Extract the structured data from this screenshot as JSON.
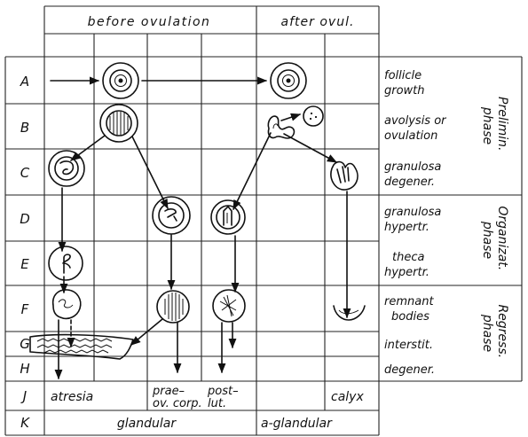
{
  "header": {
    "before": "before ovulation",
    "after": "after ovul."
  },
  "rows": [
    {
      "letter": "A",
      "desc": [
        "follicle",
        "growth"
      ]
    },
    {
      "letter": "B",
      "desc": [
        "avolysis or",
        "ovulation"
      ]
    },
    {
      "letter": "C",
      "desc": [
        "granulosa",
        "degener."
      ]
    },
    {
      "letter": "D",
      "desc": [
        "granulosa",
        "hypertr."
      ]
    },
    {
      "letter": "E",
      "desc": [
        "theca",
        "hypertr."
      ]
    },
    {
      "letter": "F",
      "desc": [
        "remnant",
        "bodies"
      ]
    },
    {
      "letter": "G",
      "desc": [
        "interstit."
      ]
    },
    {
      "letter": "H",
      "desc": [
        "degener."
      ]
    },
    {
      "letter": "J"
    },
    {
      "letter": "K"
    }
  ],
  "phases": {
    "prelim": [
      "Prelimin.",
      "phase"
    ],
    "organ": [
      "Organizat.",
      "phase"
    ],
    "regress": [
      "Regress.",
      "phase"
    ]
  },
  "outcomes": {
    "atresia": "atresia",
    "prae_corp": [
      "prae–",
      "ov. corp."
    ],
    "post_lut": [
      "post–",
      "lut."
    ],
    "calyx": "calyx",
    "glandular": "glandular",
    "a_glandular": "a-glandular"
  }
}
